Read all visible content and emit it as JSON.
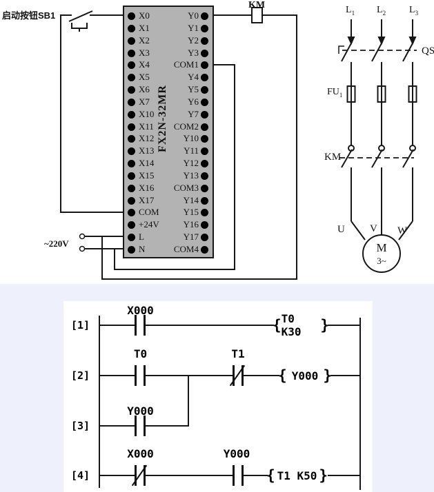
{
  "colors": {
    "plc_fill": "#b3b3b3",
    "wire": "#161616",
    "ladder_band": "#eef1fb"
  },
  "io_wiring": {
    "start_button_label": "启动按钮SB1",
    "plc_model": "FX2N-32MR",
    "output_coil_label": "KM",
    "supply_label": "~220V",
    "left_terminals": [
      "X0",
      "X1",
      "X2",
      "X3",
      "X4",
      "X5",
      "X6",
      "X7",
      "X10",
      "X11",
      "X12",
      "X13",
      "X14",
      "X15",
      "X16",
      "X17",
      "COM",
      "+24V",
      "L",
      "N"
    ],
    "right_terminals": [
      "Y0",
      "Y1",
      "Y2",
      "Y3",
      "COM1",
      "Y4",
      "Y5",
      "Y6",
      "Y7",
      "COM2",
      "Y10",
      "Y11",
      "Y12",
      "Y13",
      "COM3",
      "Y14",
      "Y15",
      "Y16",
      "Y17",
      "COM4"
    ]
  },
  "power_circuit": {
    "phases": [
      {
        "base": "L",
        "sub": "1"
      },
      {
        "base": "L",
        "sub": "2"
      },
      {
        "base": "L",
        "sub": "3"
      }
    ],
    "switch_label": "QS",
    "fuse": {
      "base": "FU",
      "sub": "1"
    },
    "contactor_label": "KM",
    "motor_terminals": [
      "U",
      "V",
      "W"
    ],
    "motor": {
      "symbol": "M",
      "type": "3~"
    }
  },
  "ladder": {
    "rung1": {
      "number": "[1]",
      "contact1": "X000",
      "coil": "T0 K30"
    },
    "rung2": {
      "number": "[2]",
      "contact1": "T0",
      "contact2": "T1",
      "coil": "Y000"
    },
    "rung3": {
      "number": "[3]",
      "contact1": "Y000"
    },
    "rung4": {
      "number": "[4]",
      "contact1": "X000",
      "contact2": "Y000",
      "coil": "T1 K50"
    }
  }
}
